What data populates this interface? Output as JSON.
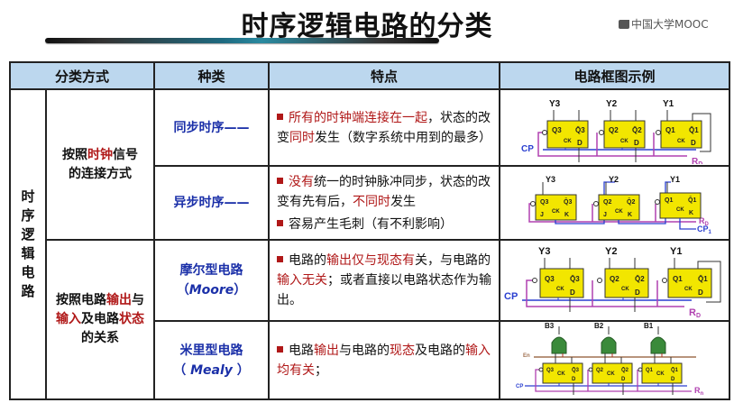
{
  "title": "时序逻辑电路的分类",
  "logo": {
    "text": "中国大学MOOC"
  },
  "table": {
    "headers": [
      "分类方式",
      "种类",
      "特点",
      "电路框图示例"
    ],
    "category": "时序逻辑电路",
    "groups": [
      {
        "method_parts": [
          {
            "text": "按照",
            "red": false
          },
          {
            "text": "时钟",
            "red": true
          },
          {
            "text": "信号的连接方式",
            "red": false
          }
        ],
        "rows": [
          {
            "kind": "同步时序——",
            "features": [
              [
                {
                  "text": "所有的时钟端连接在一起",
                  "red": true
                },
                {
                  "text": "，状态的改变",
                  "red": false
                },
                {
                  "text": "同时",
                  "red": true
                },
                {
                  "text": "发生（数字系统中用到的最多）",
                  "red": false
                }
              ]
            ],
            "diagram": {
              "type": "sync-d",
              "outputs": [
                "Y3",
                "Y2",
                "Y1"
              ],
              "ff_q": [
                "Q3",
                "Q2",
                "Q1"
              ],
              "clock": "CP",
              "reset": "RD"
            }
          },
          {
            "kind": "异步时序——",
            "features": [
              [
                {
                  "text": "没有",
                  "red": true
                },
                {
                  "text": "统一的时钟脉冲同步，状态的改变有先有后，",
                  "red": false
                },
                {
                  "text": "不同时",
                  "red": true
                },
                {
                  "text": "发生",
                  "red": false
                }
              ],
              [
                {
                  "text": "容易产生毛刺（有不利影响）",
                  "red": false
                }
              ]
            ],
            "diagram": {
              "type": "async-jk",
              "outputs": [
                "Y3",
                "Y2",
                "Y1"
              ],
              "clock": "CP1",
              "reset": "RD"
            }
          }
        ]
      },
      {
        "method_parts": [
          {
            "text": "按照电路",
            "red": false
          },
          {
            "text": "输出",
            "red": true
          },
          {
            "text": "与",
            "red": false
          },
          {
            "text": "输入",
            "red": true
          },
          {
            "text": "及电路",
            "red": false
          },
          {
            "text": "状态",
            "red": true
          },
          {
            "text": "的关系",
            "red": false
          }
        ],
        "rows": [
          {
            "kind": "摩尔型电路",
            "kind_en": "Moore",
            "features": [
              [
                {
                  "text": "电路的",
                  "red": false
                },
                {
                  "text": "输出仅与现态有",
                  "red": true
                },
                {
                  "text": "关，与电路的",
                  "red": false
                },
                {
                  "text": "输入无关",
                  "red": true
                },
                {
                  "text": "；或者直接以电路状态作为输出。",
                  "red": false
                }
              ]
            ],
            "diagram": {
              "type": "moore",
              "outputs": [
                "Y3",
                "Y2",
                "Y1"
              ],
              "clock": "CP",
              "reset": "RD"
            }
          },
          {
            "kind": "米里型电路",
            "kind_en": "Mealy",
            "features": [
              [
                {
                  "text": "电路",
                  "red": false
                },
                {
                  "text": "输出",
                  "red": true
                },
                {
                  "text": "与电路的",
                  "red": false
                },
                {
                  "text": "现态",
                  "red": true
                },
                {
                  "text": "及电路的",
                  "red": false
                },
                {
                  "text": "输入均有关",
                  "red": true
                },
                {
                  "text": "；",
                  "red": false
                }
              ]
            ],
            "diagram": {
              "type": "mealy",
              "outputs": [
                "B3",
                "B2",
                "B1"
              ],
              "enable": "En",
              "clock": "CP",
              "reset": "Rn"
            }
          }
        ]
      }
    ]
  },
  "colors": {
    "header_bg": "#bcd7ee",
    "accent_red": "#b01818",
    "kind_blue": "#1a2fa8",
    "ff_yellow": "#f2e600",
    "wire_blue": "#2a3fd0",
    "wire_magenta": "#b040b0",
    "gate_green": "#3a8a3a"
  }
}
